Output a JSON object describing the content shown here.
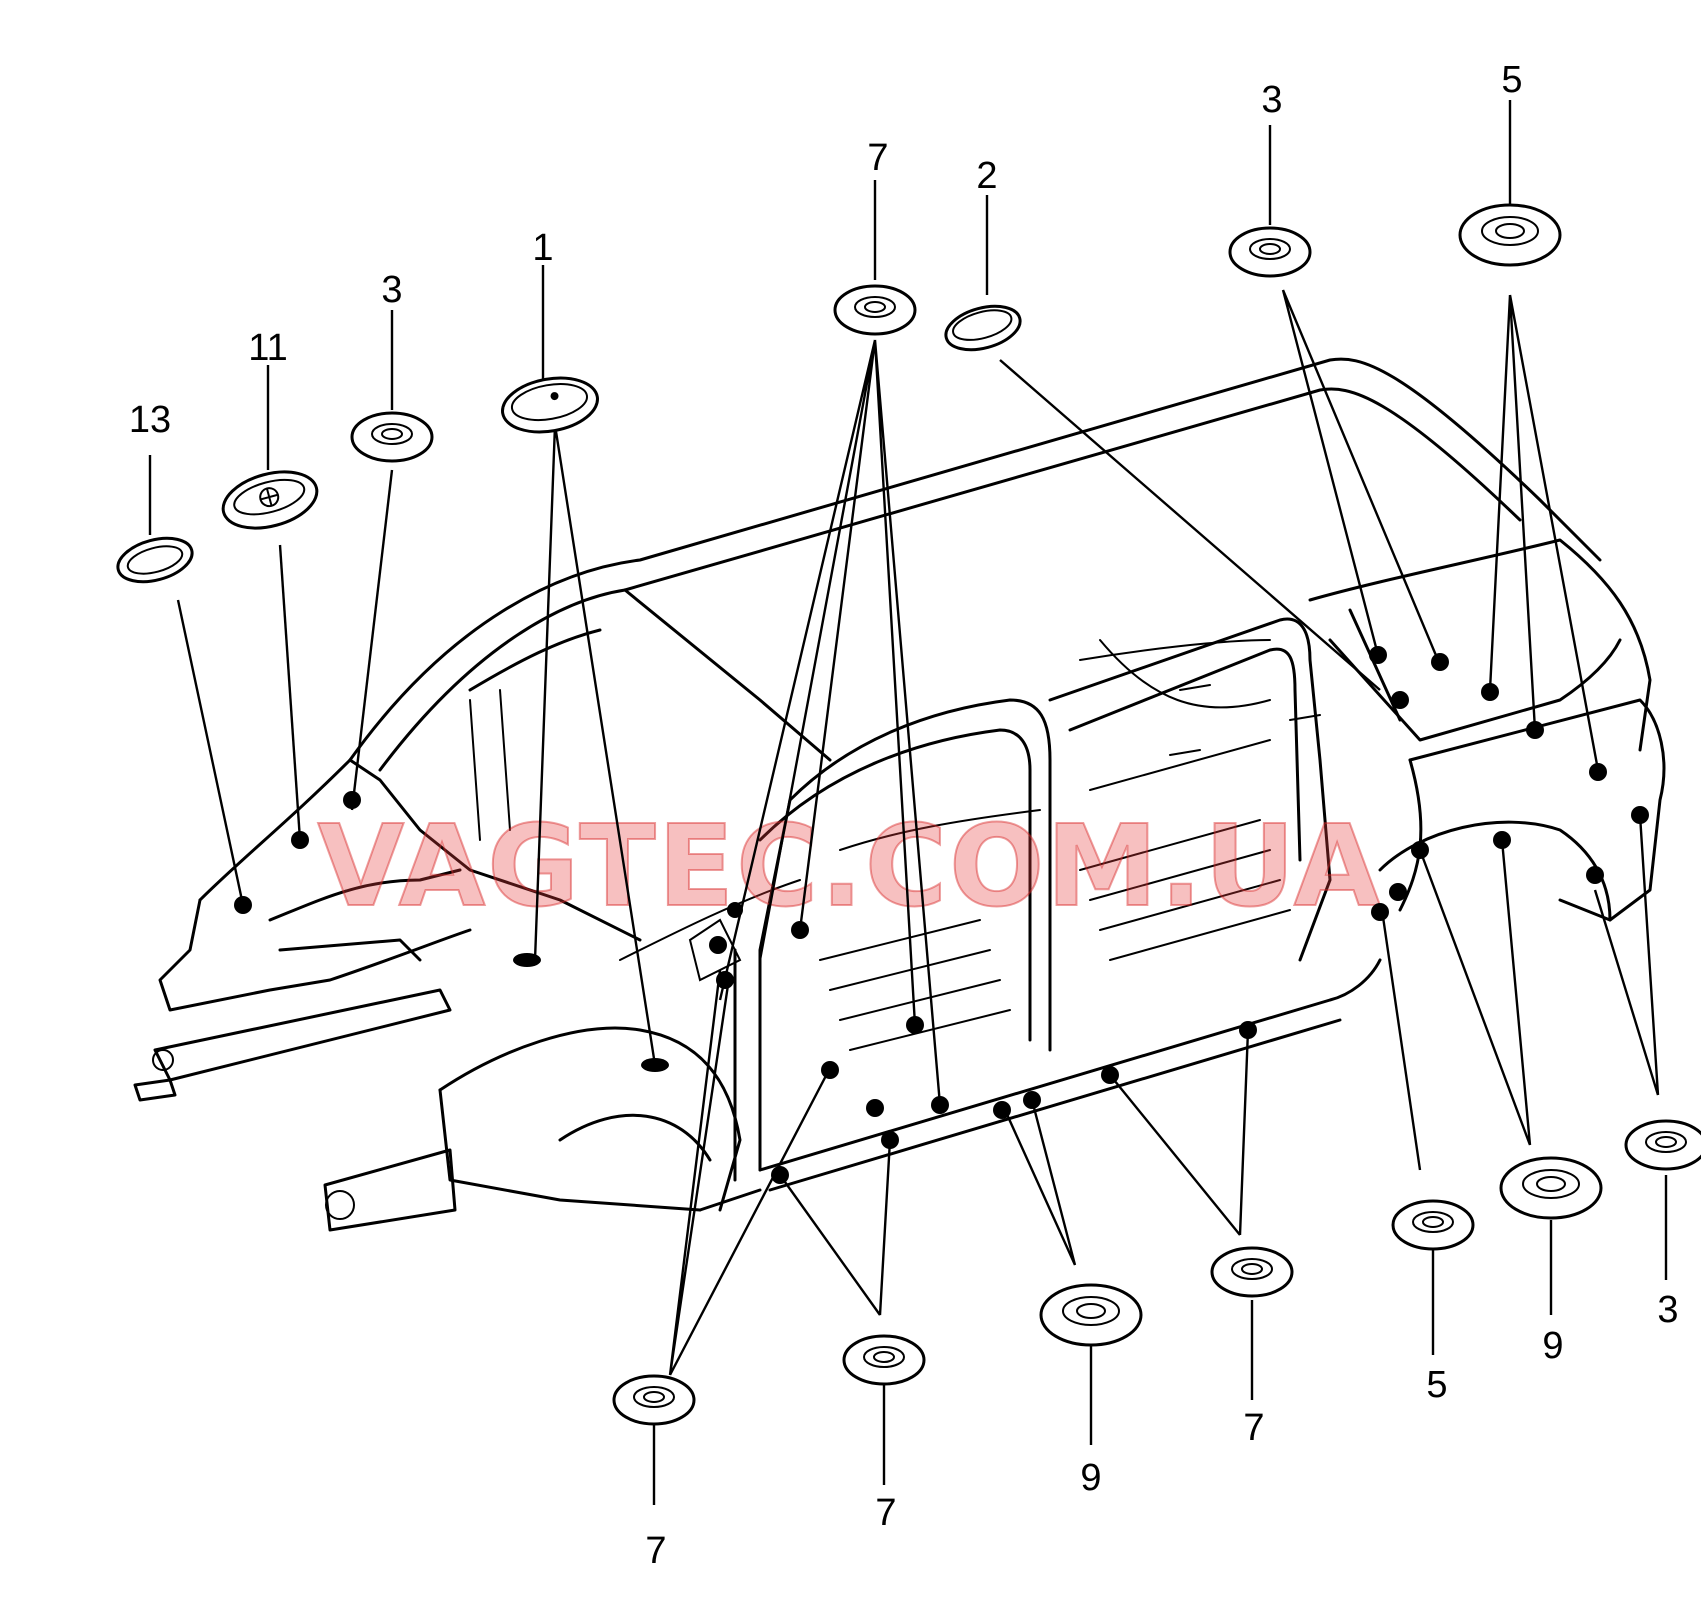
{
  "watermark": "VAGTEC.COM.UA",
  "callouts": [
    {
      "id": "c13",
      "label": "13"
    },
    {
      "id": "c11",
      "label": "11"
    },
    {
      "id": "c3a",
      "label": "3"
    },
    {
      "id": "c1",
      "label": "1"
    },
    {
      "id": "c7a",
      "label": "7"
    },
    {
      "id": "c2",
      "label": "2"
    },
    {
      "id": "c3b",
      "label": "3"
    },
    {
      "id": "c5a",
      "label": "5"
    },
    {
      "id": "c7b",
      "label": "7"
    },
    {
      "id": "c7c",
      "label": "7"
    },
    {
      "id": "c9a",
      "label": "9"
    },
    {
      "id": "c7d",
      "label": "7"
    },
    {
      "id": "c5b",
      "label": "5"
    },
    {
      "id": "c9b",
      "label": "9"
    },
    {
      "id": "c3c",
      "label": "3"
    }
  ]
}
